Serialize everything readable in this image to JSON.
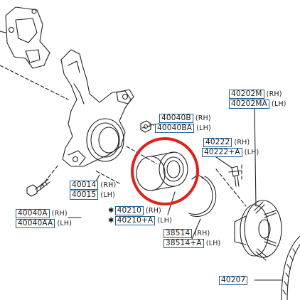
{
  "colors": {
    "line": "#222222",
    "label_border": "#1f5f8b",
    "highlight": "#e0211a",
    "background": "#ffffff"
  },
  "callouts": [
    {
      "id": "40040b",
      "part": "40040B",
      "side": "(RH)"
    },
    {
      "id": "40040ba",
      "part": "40040BA",
      "side": "(LH)"
    },
    {
      "id": "40202m",
      "part": "40202M",
      "side": "(RH)"
    },
    {
      "id": "40202ma",
      "part": "40202MA",
      "side": "(LH)"
    },
    {
      "id": "40222",
      "part": "40222",
      "side": "(RH)"
    },
    {
      "id": "40222a",
      "part": "40222+A",
      "side": "(LH)"
    },
    {
      "id": "40014",
      "part": "40014",
      "side": "(RH)"
    },
    {
      "id": "40015",
      "part": "40015",
      "side": "(LH)"
    },
    {
      "id": "40040a",
      "part": "40040A",
      "side": "(RH)"
    },
    {
      "id": "40040aa",
      "part": "40040AA",
      "side": "(LH)"
    },
    {
      "id": "40210",
      "part": "40210",
      "side": "(RH)",
      "marker": "✱"
    },
    {
      "id": "40210a",
      "part": "40210+A",
      "side": "(LH)",
      "marker": "✱"
    },
    {
      "id": "38514",
      "part": "38514",
      "side": "(RH)"
    },
    {
      "id": "38514a",
      "part": "38514+A",
      "side": "(LH)"
    },
    {
      "id": "40207",
      "part": "40207"
    }
  ]
}
